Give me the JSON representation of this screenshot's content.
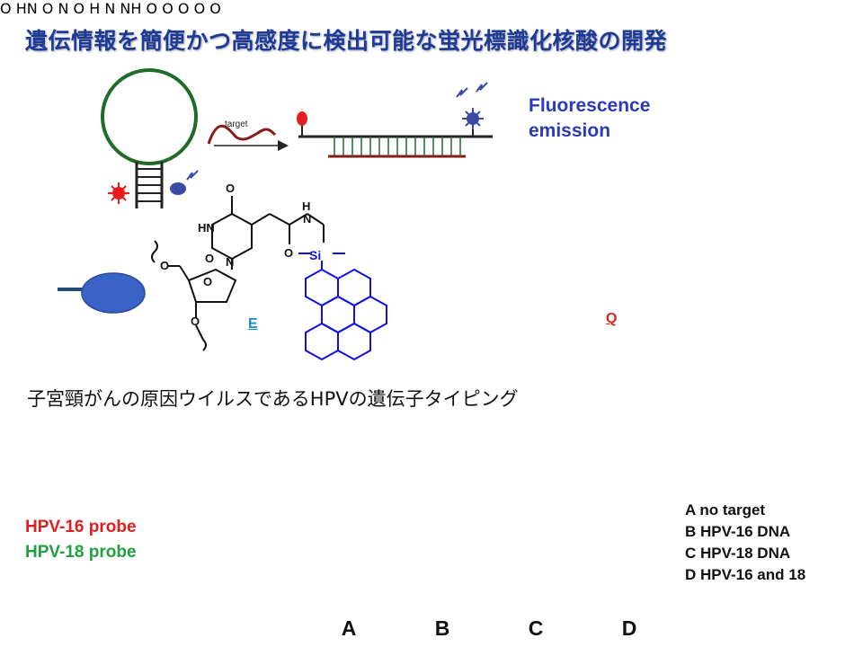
{
  "title": "遺伝情報を簡便かつ高感度に検出可能な蛍光標識化核酸の開発",
  "scheme": {
    "target_label": "target",
    "emission_line1": "Fluorescence",
    "emission_line2": "emission"
  },
  "chemistry": {
    "e_label": "E",
    "q_label": "Q",
    "atoms": {
      "o": "O",
      "hn": "HN",
      "n": "N",
      "h": "H",
      "nh": "NH",
      "si": "Si"
    }
  },
  "subtitle": "子宮頸がんの原因ウイルスであるHPVの遺伝子タイピング",
  "probes": {
    "hpv16": "HPV-16 probe",
    "hpv18": "HPV-18 probe"
  },
  "legend": [
    "A no target",
    "B HPV-16 DNA",
    "C HPV-18 DNA",
    "D HPV-16 and 18"
  ],
  "tubes": [
    "A",
    "B",
    "C",
    "D"
  ],
  "colors": {
    "title": "#1f3a93",
    "emission_text": "#2a3ab8",
    "hpv16": "#e02020",
    "hpv18": "#20a040",
    "quencher": "#e81c1c",
    "fluorophore": "#3a63c8",
    "perylene": "#1010e0",
    "anthraquinone": "#e01818",
    "stem_green": "#1f6b2a",
    "target_dark_red": "#8b1a1a",
    "arrow_orange": "#f0a050"
  }
}
